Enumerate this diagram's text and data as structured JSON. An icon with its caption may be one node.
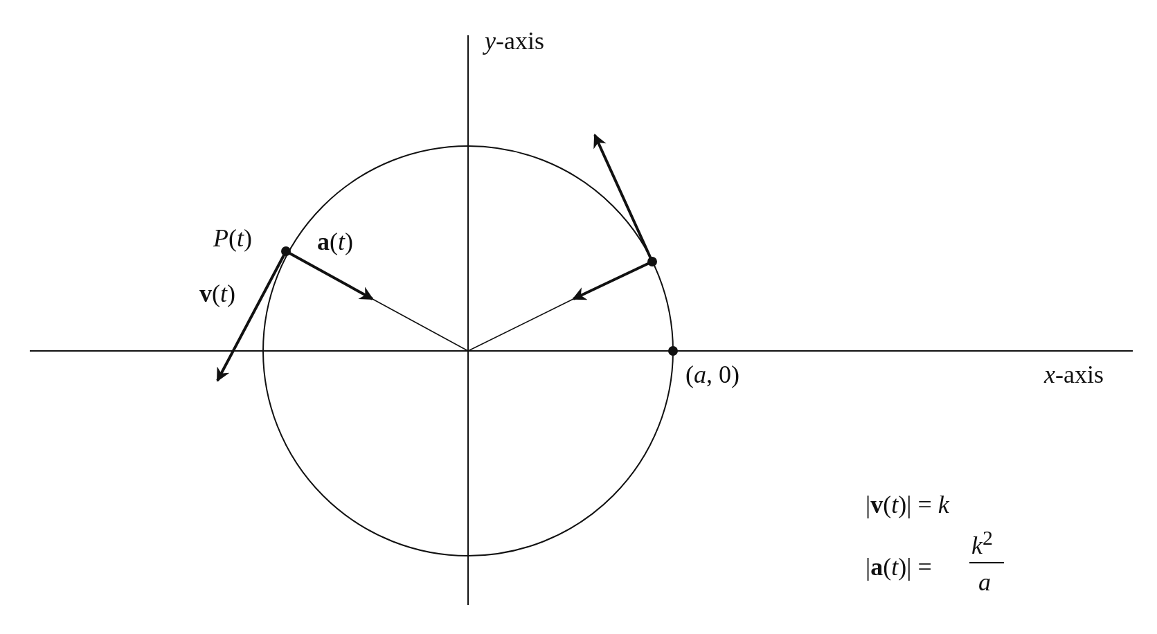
{
  "diagram": {
    "labels": [
      "*y*-axis",
      "*P*(*t*)",
      "**a**(*t*)",
      "**v**(*t*)",
      "(*a*, 0)",
      "*x*-axis",
      "|**v**(*t*)| = *k*",
      "|**a**(*t*)| =",
      "*k*$^{2}$",
      "*a*"
    ]
  }
}
